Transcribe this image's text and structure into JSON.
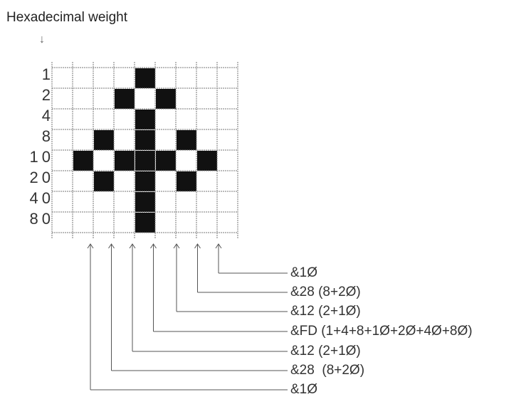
{
  "title": "Hexadecimal weight",
  "title_arrow": "↓",
  "weights": [
    "1",
    "2",
    "4",
    "8",
    "10",
    "20",
    "40",
    "80"
  ],
  "grid": {
    "rows": 8,
    "cols": 7,
    "filled": [
      [
        0,
        3
      ],
      [
        1,
        2
      ],
      [
        1,
        4
      ],
      [
        2,
        3
      ],
      [
        3,
        1
      ],
      [
        3,
        3
      ],
      [
        3,
        5
      ],
      [
        4,
        0
      ],
      [
        4,
        2
      ],
      [
        4,
        3
      ],
      [
        4,
        4
      ],
      [
        4,
        6
      ],
      [
        5,
        1
      ],
      [
        5,
        3
      ],
      [
        5,
        5
      ],
      [
        6,
        3
      ],
      [
        7,
        3
      ]
    ]
  },
  "codes": [
    {
      "column": 7,
      "label": "&1Ø"
    },
    {
      "column": 6,
      "label": "&28 (8+2Ø)"
    },
    {
      "column": 5,
      "label": "&12 (2+1Ø)"
    },
    {
      "column": 4,
      "label": "&FD (1+4+8+1Ø+2Ø+4Ø+8Ø)"
    },
    {
      "column": 3,
      "label": "&12 (2+1Ø)"
    },
    {
      "column": 2,
      "label": "&28  (8+2Ø)"
    },
    {
      "column": 1,
      "label": "&1Ø"
    }
  ]
}
